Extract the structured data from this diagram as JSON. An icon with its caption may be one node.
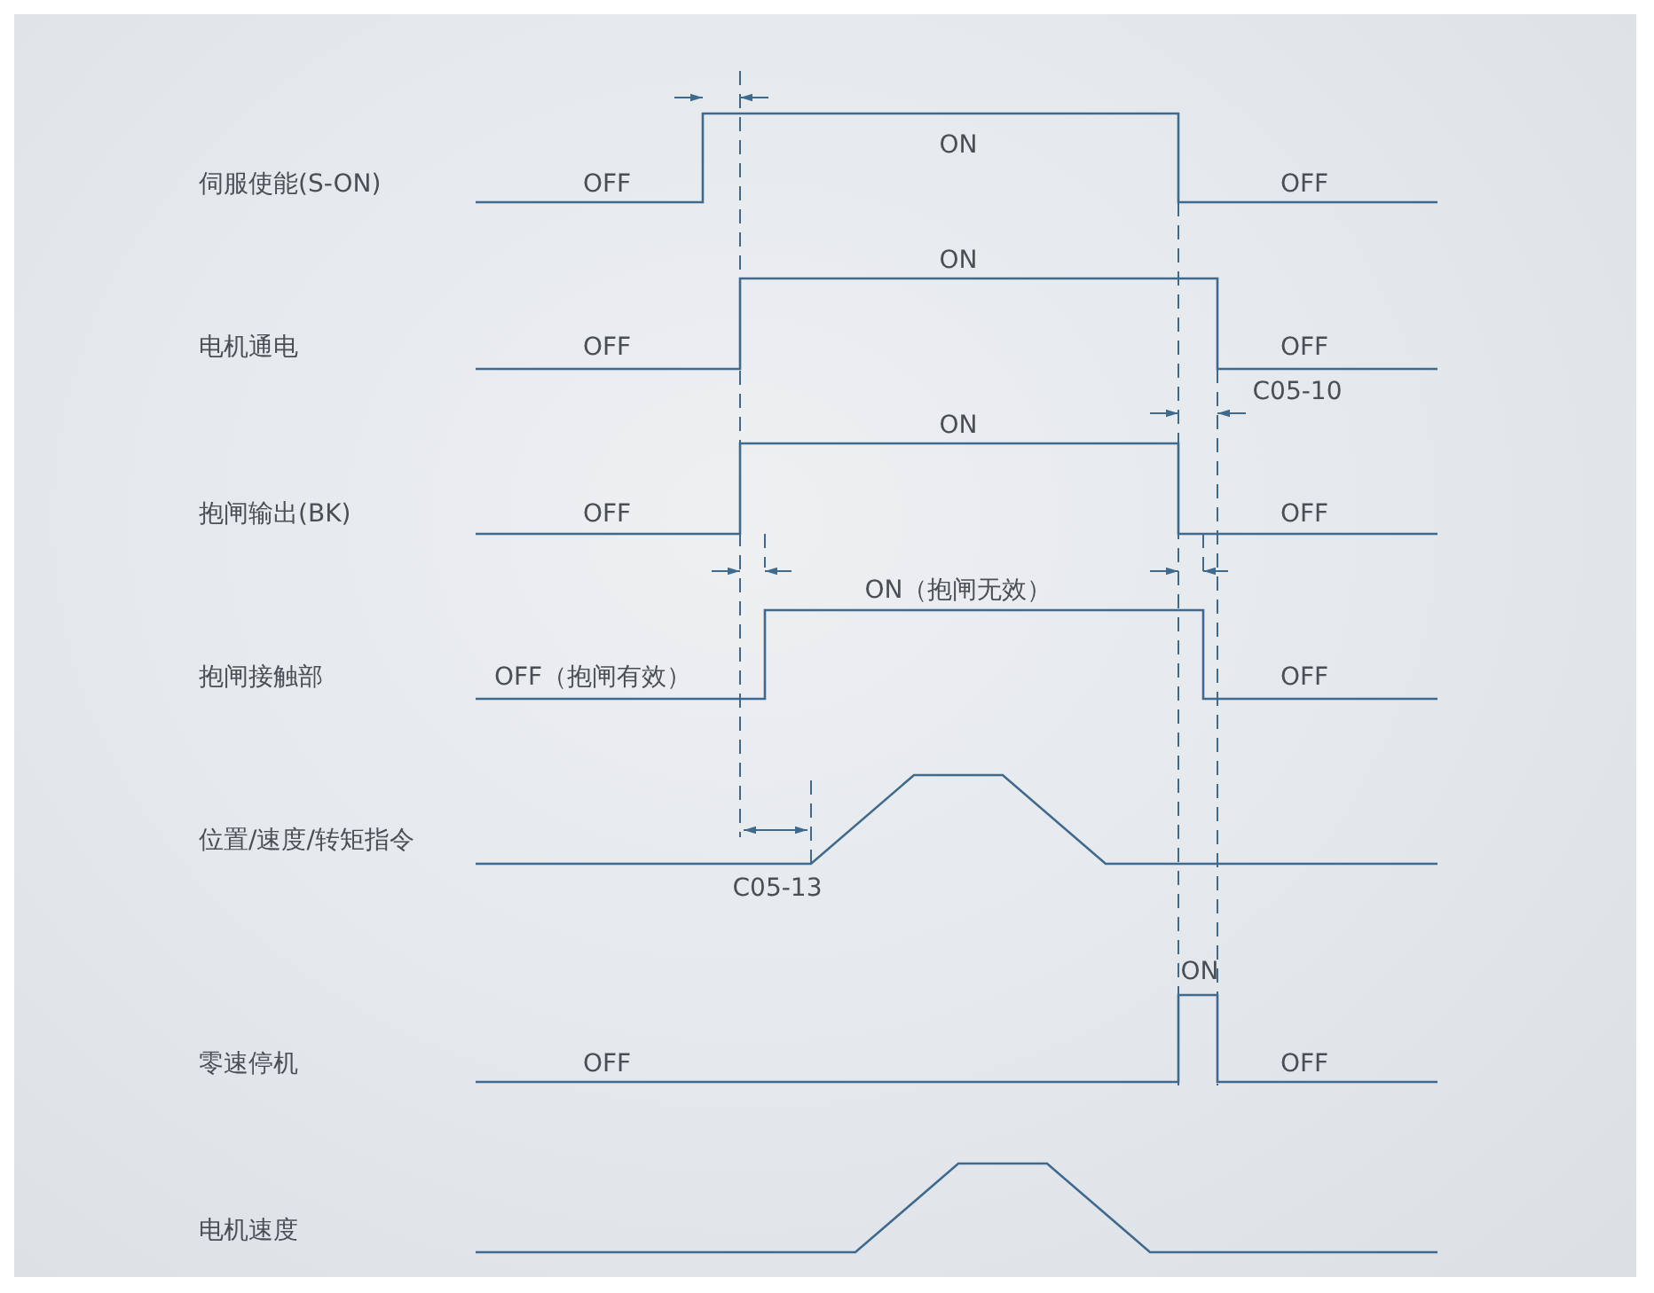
{
  "diagram": {
    "labels": [
      "ON",
      "伺服使能(S-ON)",
      "OFF",
      "OFF",
      "ON",
      "电机通电",
      "OFF",
      "OFF",
      "C05-10",
      "ON",
      "抱闸输出(BK)",
      "OFF",
      "OFF",
      "ON（抱闸无效）",
      "抱闸接触部",
      "OFF（抱闸有效）",
      "OFF",
      "位置/速度/转矩指令",
      "C05-13",
      "ON",
      "零速停机",
      "OFF",
      "OFF",
      "电机速度"
    ]
  }
}
